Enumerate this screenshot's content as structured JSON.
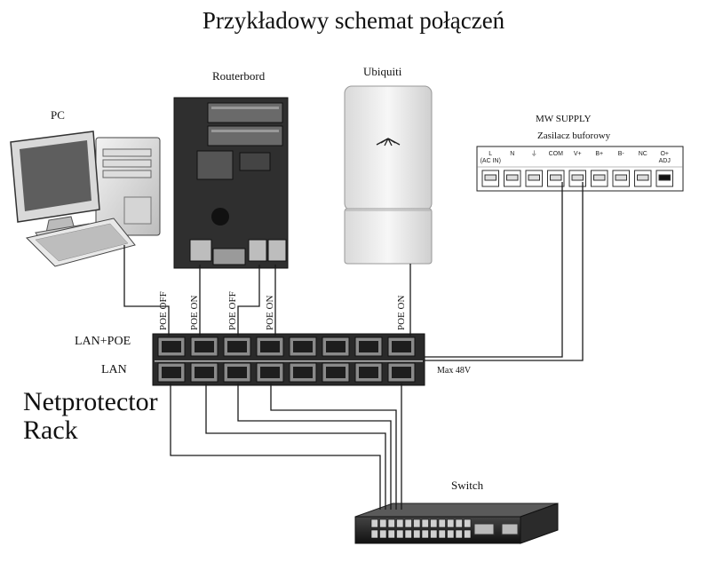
{
  "title": "Przykładowy schemat połączeń",
  "devices": {
    "pc": "PC",
    "routerboard": "Routerbord",
    "ubiquiti": "Ubiquiti",
    "switch": "Switch",
    "supply_title": "MW SUPPLY",
    "supply_subtitle": "Zasilacz buforowy"
  },
  "rack": {
    "name_line1": "Netprotector",
    "name_line2": "Rack",
    "row_top": "LAN+POE",
    "row_bottom": "LAN",
    "max_voltage": "Max 48V"
  },
  "poe_labels": [
    "POE OFF",
    "POE ON",
    "POE OFF",
    "POE ON",
    "POE ON"
  ],
  "supply_terminals": [
    {
      "top": "L",
      "bottom": "(AC IN)"
    },
    {
      "top": "N",
      "bottom": ""
    },
    {
      "top": "⏚",
      "bottom": ""
    },
    {
      "top": "COM",
      "bottom": ""
    },
    {
      "top": "V+",
      "bottom": ""
    },
    {
      "top": "B+",
      "bottom": ""
    },
    {
      "top": "B-",
      "bottom": ""
    },
    {
      "top": "NC",
      "bottom": ""
    },
    {
      "top": "O+",
      "bottom": "ADJ"
    }
  ]
}
